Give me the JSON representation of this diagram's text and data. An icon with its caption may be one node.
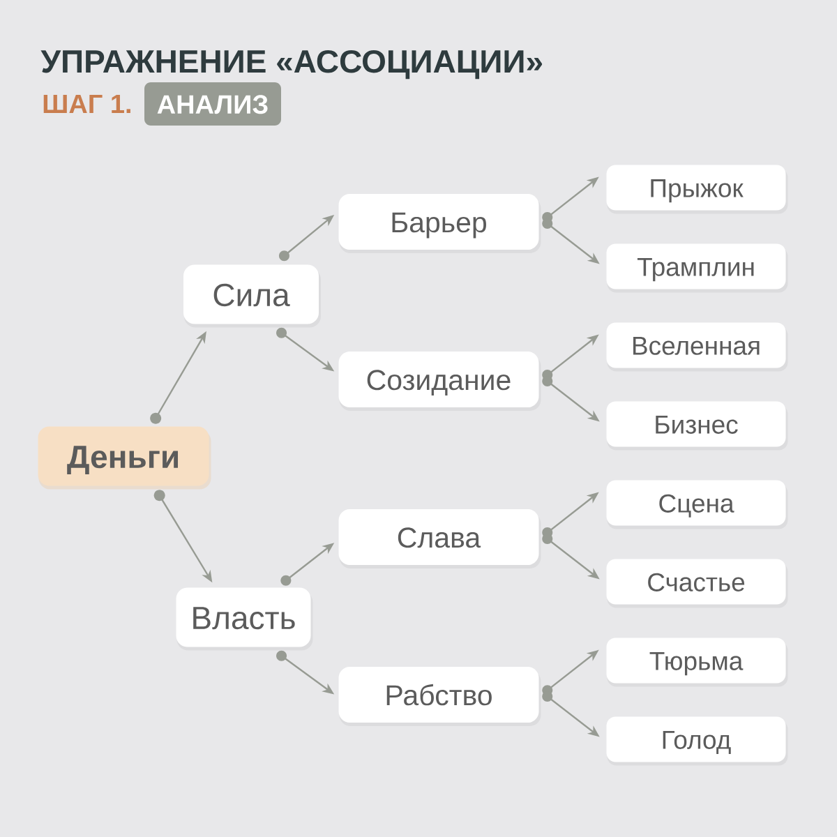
{
  "diagram": {
    "title": "УПРАЖНЕНИЕ «АССОЦИАЦИИ»",
    "nodes": [
      {
        "text": [
          "АНАЛИЗ"
        ],
        "beside": [
          "ШАГ 1."
        ]
      },
      {
        "text": [
          "Деньги"
        ]
      },
      {
        "text": [
          "Сила"
        ]
      },
      {
        "text": [
          "Власть"
        ]
      },
      {
        "text": [
          "Барьер"
        ]
      },
      {
        "text": [
          "Созидание"
        ]
      },
      {
        "text": [
          "Слава"
        ]
      },
      {
        "text": [
          "Рабство"
        ]
      },
      {
        "text": [
          "Прыжок"
        ]
      },
      {
        "text": [
          "Трамплин"
        ]
      },
      {
        "text": [
          "Вселенная"
        ]
      },
      {
        "text": [
          "Бизнес"
        ]
      },
      {
        "text": [
          "Сцена"
        ]
      },
      {
        "text": [
          "Счастье"
        ]
      },
      {
        "text": [
          "Тюрьма"
        ]
      },
      {
        "text": [
          "Голод"
        ]
      }
    ],
    "edges": [
      {
        "from": 1,
        "to": 2,
        "arrow": "to"
      },
      {
        "from": 1,
        "to": 3,
        "arrow": "to"
      },
      {
        "from": 2,
        "to": 4,
        "arrow": "to"
      },
      {
        "from": 2,
        "to": 5,
        "arrow": "to"
      },
      {
        "from": 3,
        "to": 6,
        "arrow": "to"
      },
      {
        "from": 3,
        "to": 7,
        "arrow": "to"
      },
      {
        "from": 4,
        "to": 8,
        "arrow": "to"
      },
      {
        "from": 4,
        "to": 9,
        "arrow": "to"
      },
      {
        "from": 5,
        "to": 10,
        "arrow": "to"
      },
      {
        "from": 5,
        "to": 11,
        "arrow": "to"
      },
      {
        "from": 6,
        "to": 12,
        "arrow": "to"
      },
      {
        "from": 6,
        "to": 13,
        "arrow": "to"
      },
      {
        "from": 7,
        "to": 14,
        "arrow": "to"
      },
      {
        "from": 7,
        "to": 15,
        "arrow": "to"
      }
    ]
  }
}
